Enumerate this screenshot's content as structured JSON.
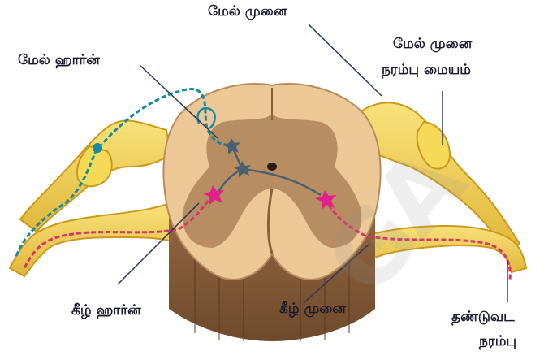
{
  "labels": {
    "dorsal_horn": "மேல் முனை",
    "dorsal_root": "மேல் ஹார்ன்",
    "dorsal_root_ganglion_line1": "மேல் முனை",
    "dorsal_root_ganglion_line2": "நரம்பு மையம்",
    "ventral_root": "கீழ் ஹார்ன்",
    "ventral_horn": "கீழ் முனை",
    "spinal_nerve_line1": "தண்டுவட",
    "spinal_nerve_line2": "நரம்பு"
  },
  "watermark": "GA",
  "colors": {
    "white_matter": "#ecc896",
    "grey_matter": "#a57a4f",
    "cord_shadow": "#7c5a3a",
    "nerve_yellow": "#f2d45a",
    "nerve_dark": "#c99a1c",
    "sensory_fiber": "#1a8aa0",
    "motor_fiber": "#d2386a",
    "motor_neuron": "#e0218a",
    "inter_neuron": "#4a6270"
  }
}
